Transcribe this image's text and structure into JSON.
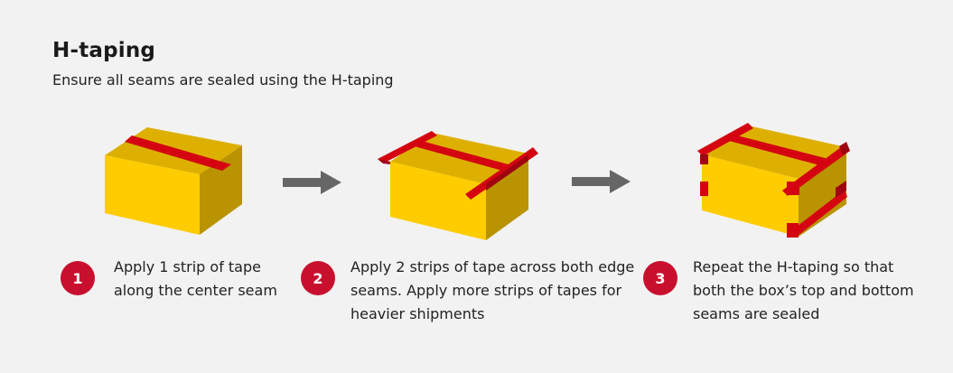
{
  "header": {
    "title": "H-taping",
    "subtitle": "Ensure all seams are sealed using the H-taping"
  },
  "colors": {
    "box_top": "#ddb000",
    "box_front": "#ffcc00",
    "box_side": "#b99300",
    "tape": "#d40511",
    "tape_dark": "#a00410",
    "arrow": "#666666",
    "badge": "#c8102e"
  },
  "steps": [
    {
      "number": "1",
      "lines": [
        "Apply 1 strip of tape",
        "along the center seam"
      ]
    },
    {
      "number": "2",
      "lines": [
        "Apply 2 strips of tape across both edge",
        "seams. Apply more strips of tapes for",
        "heavier shipments"
      ]
    },
    {
      "number": "3",
      "lines": [
        "Repeat the H-taping so that",
        "both the box’s top and bottom",
        "seams are sealed"
      ]
    }
  ]
}
